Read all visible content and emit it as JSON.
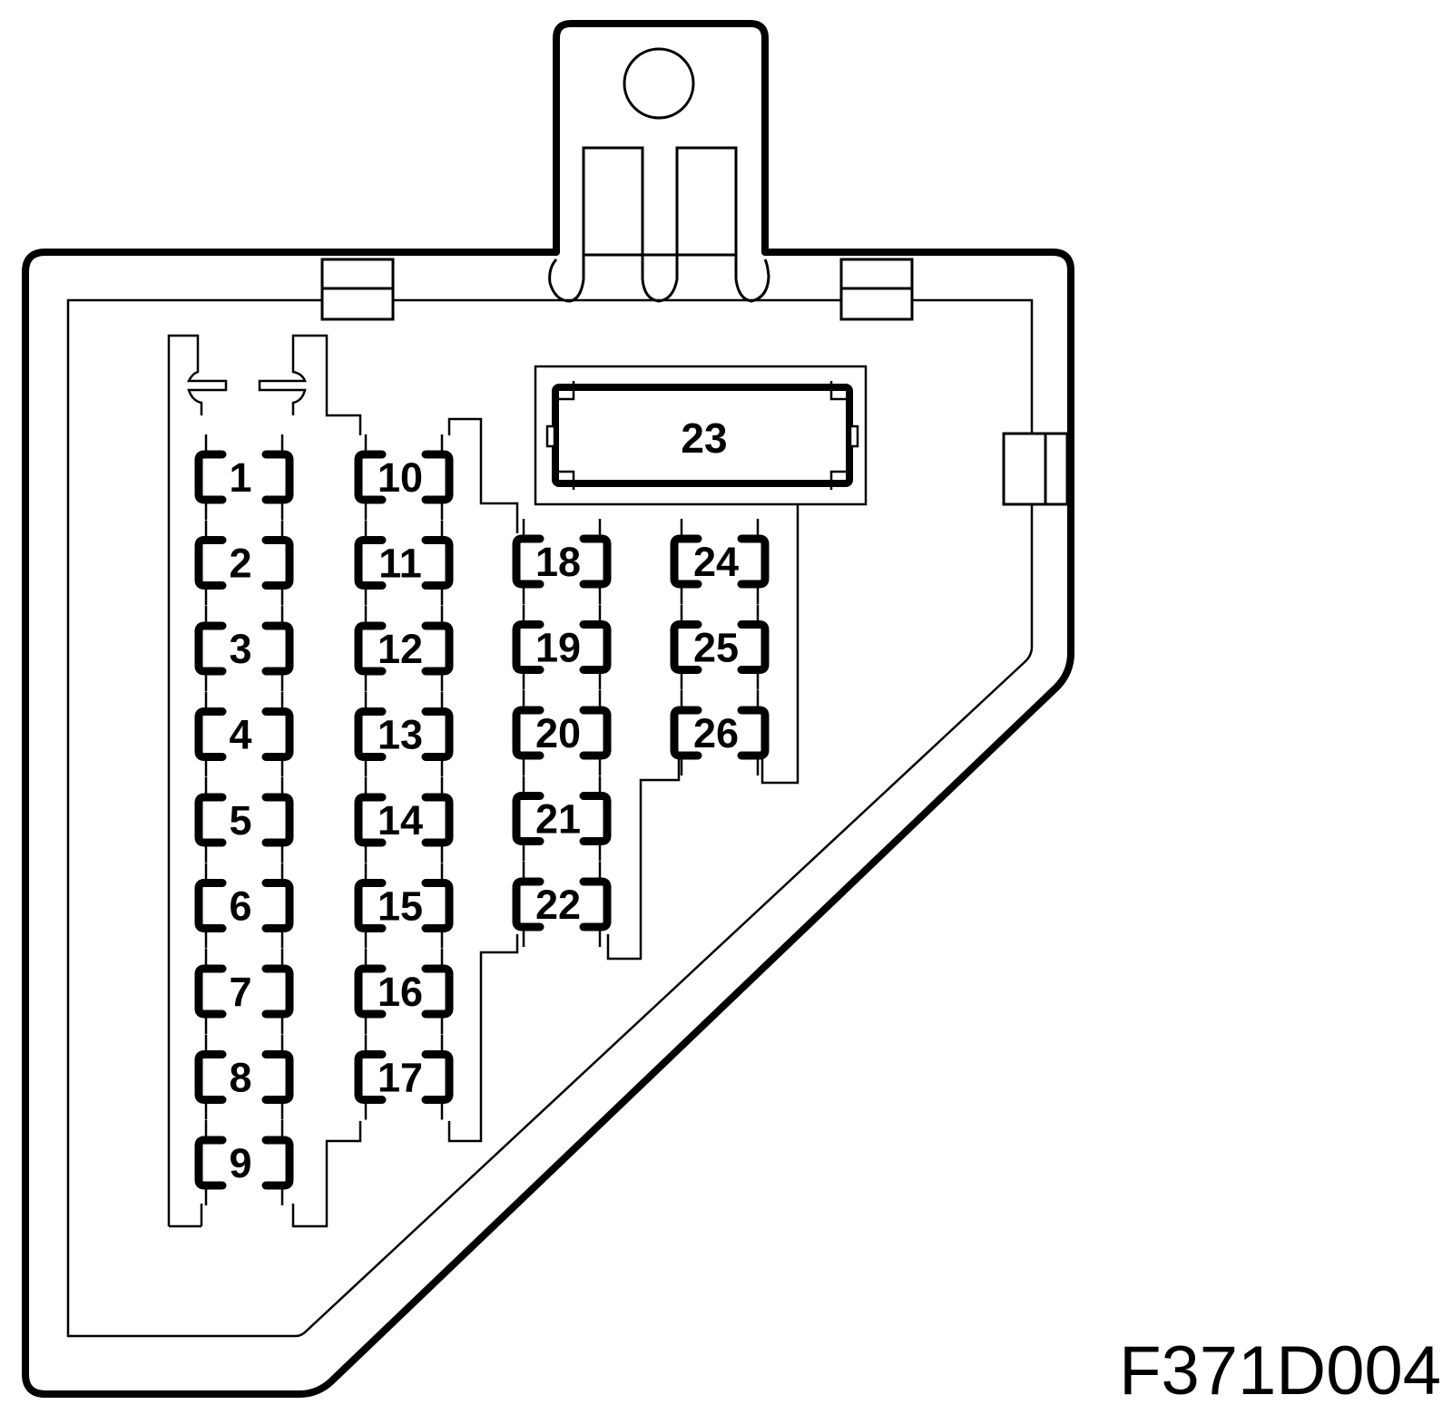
{
  "diagram": {
    "figure_code": "F371D004",
    "fuses": [
      {
        "id": "1",
        "label": "1"
      },
      {
        "id": "2",
        "label": "2"
      },
      {
        "id": "3",
        "label": "3"
      },
      {
        "id": "4",
        "label": "4"
      },
      {
        "id": "5",
        "label": "5"
      },
      {
        "id": "6",
        "label": "6"
      },
      {
        "id": "7",
        "label": "7"
      },
      {
        "id": "8",
        "label": "8"
      },
      {
        "id": "9",
        "label": "9"
      },
      {
        "id": "10",
        "label": "10"
      },
      {
        "id": "11",
        "label": "11"
      },
      {
        "id": "12",
        "label": "12"
      },
      {
        "id": "13",
        "label": "13"
      },
      {
        "id": "14",
        "label": "14"
      },
      {
        "id": "15",
        "label": "15"
      },
      {
        "id": "16",
        "label": "16"
      },
      {
        "id": "17",
        "label": "17"
      },
      {
        "id": "18",
        "label": "18"
      },
      {
        "id": "19",
        "label": "19"
      },
      {
        "id": "20",
        "label": "20"
      },
      {
        "id": "21",
        "label": "21"
      },
      {
        "id": "22",
        "label": "22"
      },
      {
        "id": "24",
        "label": "24"
      },
      {
        "id": "25",
        "label": "25"
      },
      {
        "id": "26",
        "label": "26"
      }
    ],
    "relay": {
      "id": "23",
      "label": "23"
    },
    "colors": {
      "line": "#000000",
      "background": "#ffffff"
    }
  }
}
